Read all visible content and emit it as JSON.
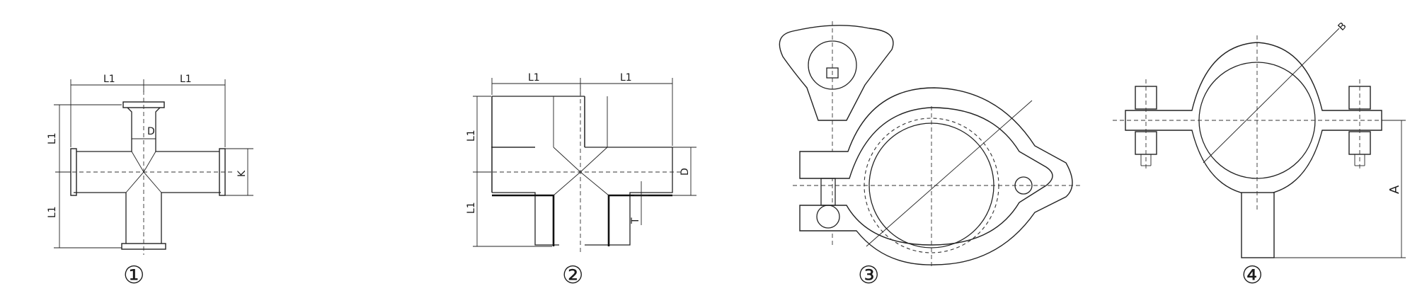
{
  "figures": [
    {
      "id": "cross-clamp",
      "number": "①",
      "labels": {
        "l1_top_left": "L1",
        "l1_top_right": "L1",
        "l1_left_upper": "L1",
        "l1_left_lower": "L1",
        "d": "D",
        "k": "K"
      }
    },
    {
      "id": "cross-weld",
      "number": "②",
      "labels": {
        "l1_top_left": "L1",
        "l1_top_right": "L1",
        "l1_left_upper": "L1",
        "l1_left_lower": "L1",
        "d": "D",
        "t": "T"
      }
    },
    {
      "id": "hinged-clamp",
      "number": "③",
      "labels": {}
    },
    {
      "id": "pipe-hanger",
      "number": "④",
      "labels": {
        "a": "A",
        "b": "B"
      }
    }
  ]
}
